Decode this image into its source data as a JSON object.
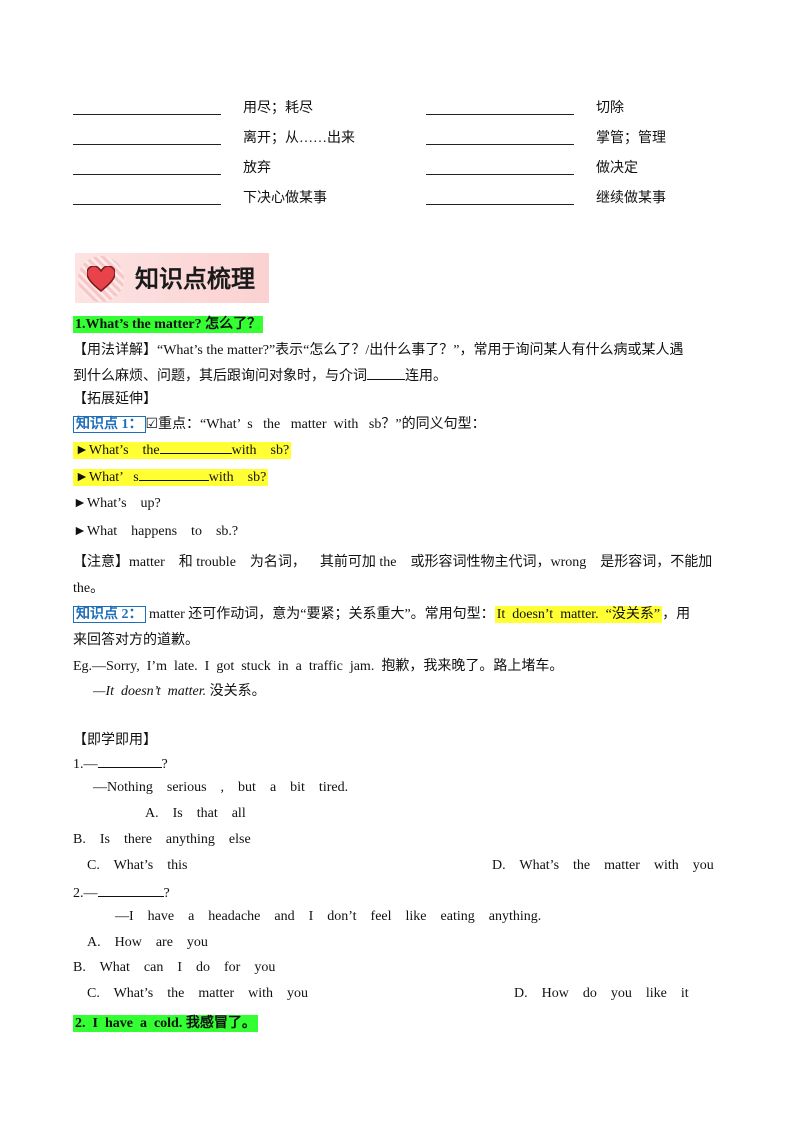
{
  "vocab": {
    "left": [
      "用尽；耗尽",
      "离开；从……出来",
      "放弃",
      "下决心做某事"
    ],
    "right": [
      "切除",
      "掌管；管理",
      "做决定",
      "继续做某事"
    ]
  },
  "section_title": "知识点梳理",
  "point1": {
    "title": "1.What’s  the  matter?  怎么了？",
    "usage": "【用法详解】“What’s  the  matter?”表示“怎么了？/出什么事了？”，常用于询问某人有什么病或某人遇",
    "usage2_a": "到什么麻烦、问题，其后跟询问对象时，与介词",
    "usage2_b": "连用。",
    "extend": "【拓展延伸】",
    "kp1_label": "知识点 1：",
    "kp1_text": "☑重点：“What’  s   the   matter  with   sb？”的同义句型：",
    "b1_a": "►What’s    the",
    "b1_b": "with    sb?",
    "b2_a": "►What’   s",
    "b2_b": "with    sb?",
    "b3": "►What’s    up?",
    "b4": "►What    happens    to    sb.?",
    "note1": "【注意】matter    和 trouble    为名词，    其前可加 the    或形容词性物主代词，wrong    是形容词，不能加",
    "note2": "the。",
    "kp2_label": "知识点 2：",
    "kp2_text": " matter 还可作动词，意为“要紧；关系重大”。常用句型：",
    "kp2_hl": "It  doesn’t  matter.  “没关系”",
    "kp2_end": "，用",
    "kp2_line2": "来回答对方的道歉。",
    "eg1": "Eg.—Sorry,  I’m  late.  I  got  stuck  in  a  traffic  jam.  抱歉，我来晚了。路上堵车。",
    "eg2_it": "—It  doesn’t  matter.",
    "eg2_cn": " 没关系。"
  },
  "practice": {
    "title": "【即学即用】",
    "q1": "1.—",
    "q1_end": "?",
    "q1_reply": "—Nothing    serious    ,    but    a    bit    tired.",
    "q1_A": "A.    Is    that    all",
    "q1_B": "B.    Is    there    anything    else",
    "q1_C": "C.    What’s    this",
    "q1_D": "D.    What’s    the    matter    with    you",
    "q2": "2.—",
    "q2_end": "?",
    "q2_reply": "—I    have    a    headache    and    I    don’t    feel    like    eating    anything.",
    "q2_A": "A.    How    are    you",
    "q2_B": "B.    What    can    I    do    for    you",
    "q2_C": "C.    What’s    the    matter    with    you",
    "q2_D": "D.    How    do    you    like    it"
  },
  "point2": {
    "title": "2.  I  have  a  cold. 我感冒了。"
  },
  "colors": {
    "highlight_green": "#33ff33",
    "highlight_yellow": "#ffff33",
    "kp_blue": "#1f6fb8"
  }
}
